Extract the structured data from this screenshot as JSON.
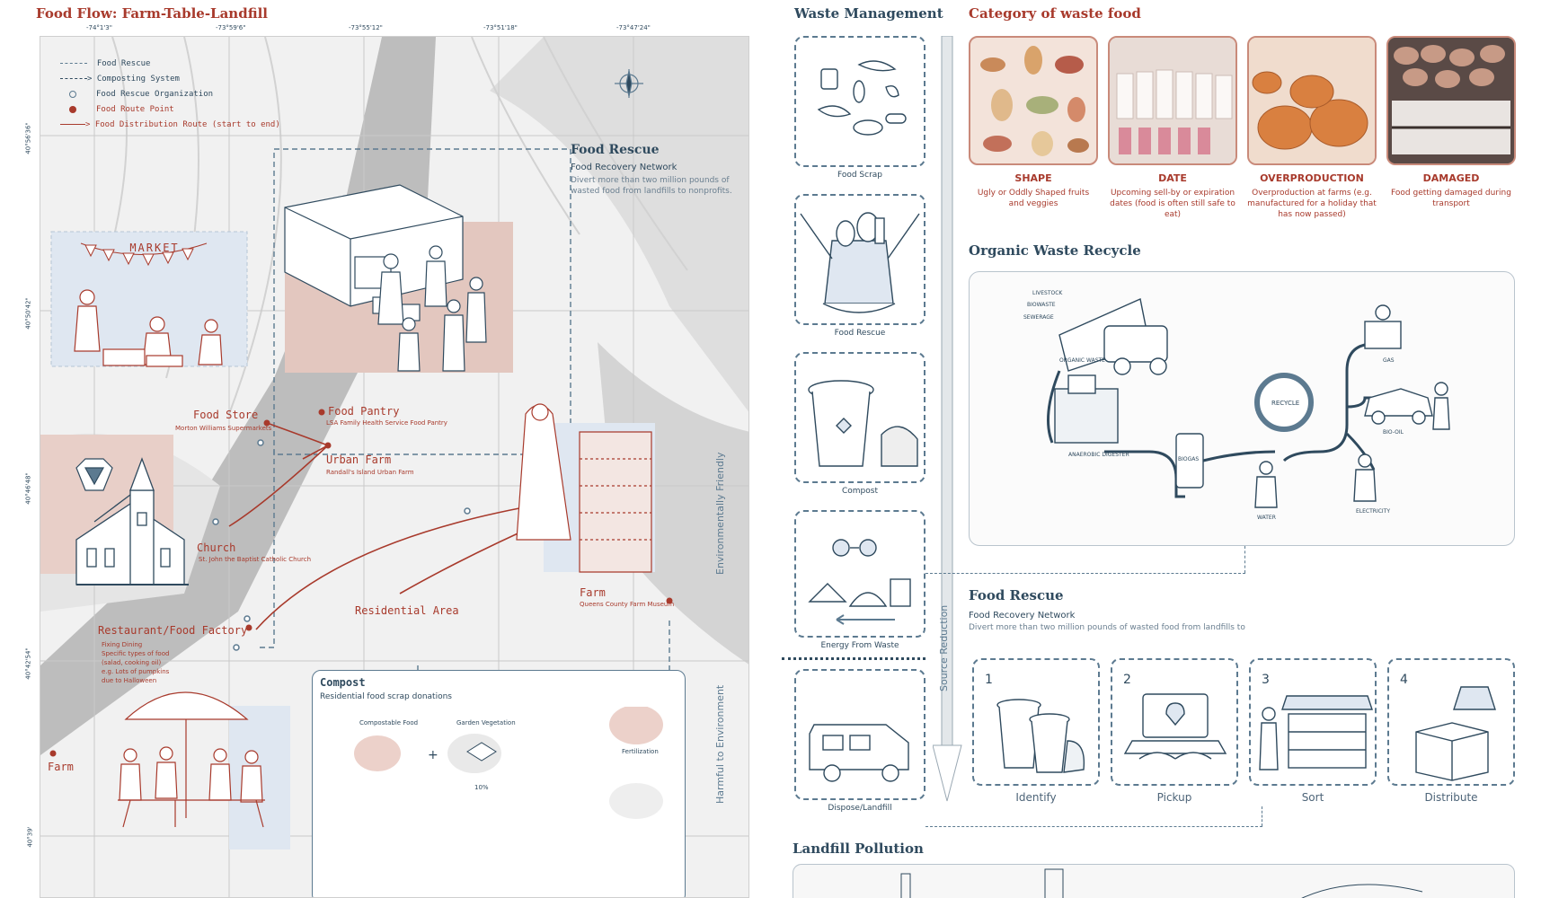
{
  "left": {
    "title": "Food Flow: Farm-Table-Landfill",
    "lon_ticks": [
      "-74°1'3\"",
      "-73°59'6\"",
      "-73°55'12\"",
      "-73°51'18\"",
      "-73°47'24\""
    ],
    "lat_ticks": [
      "40°56'36\"",
      "40°50'42\"",
      "40°46'48\"",
      "40°42'54\"",
      "40°39'"
    ],
    "legend": {
      "food_rescue": "Food Rescue",
      "composting": "Composting System",
      "organization": "Food Rescue Organization",
      "route_point": "Food Route Point",
      "distribution": "Food Distribution Route (start to end)"
    },
    "food_rescue": {
      "title": "Food Rescue",
      "subtitle": "Food Recovery Network",
      "text": "Divert more than two million pounds of wasted food from landfills to nonprofits."
    },
    "market_label": "MARKET",
    "locations": {
      "food_store": "Food Store",
      "food_store_sub": "Morton Williams Supermarkets",
      "food_pantry": "Food Pantry",
      "food_pantry_sub": "LSA Family Health Service Food Pantry",
      "urban_farm": "Urban Farm",
      "urban_farm_sub": "Randall's Island Urban Farm",
      "church": "Church",
      "church_sub": "St. John the Baptist Catholic Church",
      "residential": "Residential Area",
      "farm": "Farm",
      "farm_sub": "Queens County Farm Museum",
      "restaurant": "Restaurant/Food Factory",
      "farm2": "Farm"
    },
    "restaurant_notes": [
      "Fixing Dining",
      "Specific types of food",
      "(salad, cooking oil)",
      "e.g. Lots of pumpkins",
      "due to Halloween"
    ],
    "compost": {
      "title": "Compost",
      "subtitle": "Residential food scrap donations",
      "item1": "Compostable Food",
      "item2": "Garden Vegetation",
      "percent": "10%",
      "fert": "Fertilization"
    }
  },
  "waste_mgmt": {
    "title": "Waste Management",
    "items": [
      "Food Scrap",
      "Food Rescue",
      "Compost",
      "Energy From Waste",
      "Dispose/Landfill"
    ],
    "axis_friendly": "Environmentally Friendly",
    "axis_harmful": "Harmful to Environment",
    "source_reduction": "Source Reduction"
  },
  "category": {
    "title": "Category of waste food",
    "items": [
      {
        "label": "SHAPE",
        "desc": "Ugly or Oddly Shaped fruits and veggies"
      },
      {
        "label": "DATE",
        "desc": "Upcoming sell-by or expiration dates (food is often still safe to eat)"
      },
      {
        "label": "OVERPRODUCTION",
        "desc": "Overproduction at farms (e.g. manufactured for a holiday that has now passed)"
      },
      {
        "label": "DAMAGED",
        "desc": "Food getting damaged during transport"
      }
    ]
  },
  "recycle": {
    "title": "Organic Waste Recycle",
    "center_label": "RECYCLE",
    "labels": [
      "LIVESTOCK",
      "BIOWASTE",
      "SEWERAGE",
      "ORGANIC WASTE",
      "ANAEROBIC DIGESTER",
      "BIOGAS",
      "GAS",
      "BIO-OIL",
      "ELECTRICITY",
      "WATER"
    ]
  },
  "rescue_steps": {
    "title": "Food Rescue",
    "subtitle": "Food Recovery Network",
    "text": "Divert more than two million pounds of wasted food from landfills to",
    "steps": [
      {
        "num": "1",
        "label": "Identify"
      },
      {
        "num": "2",
        "label": "Pickup"
      },
      {
        "num": "3",
        "label": "Sort"
      },
      {
        "num": "4",
        "label": "Distribute"
      }
    ]
  },
  "landfill": {
    "title": "Landfill Pollution"
  }
}
